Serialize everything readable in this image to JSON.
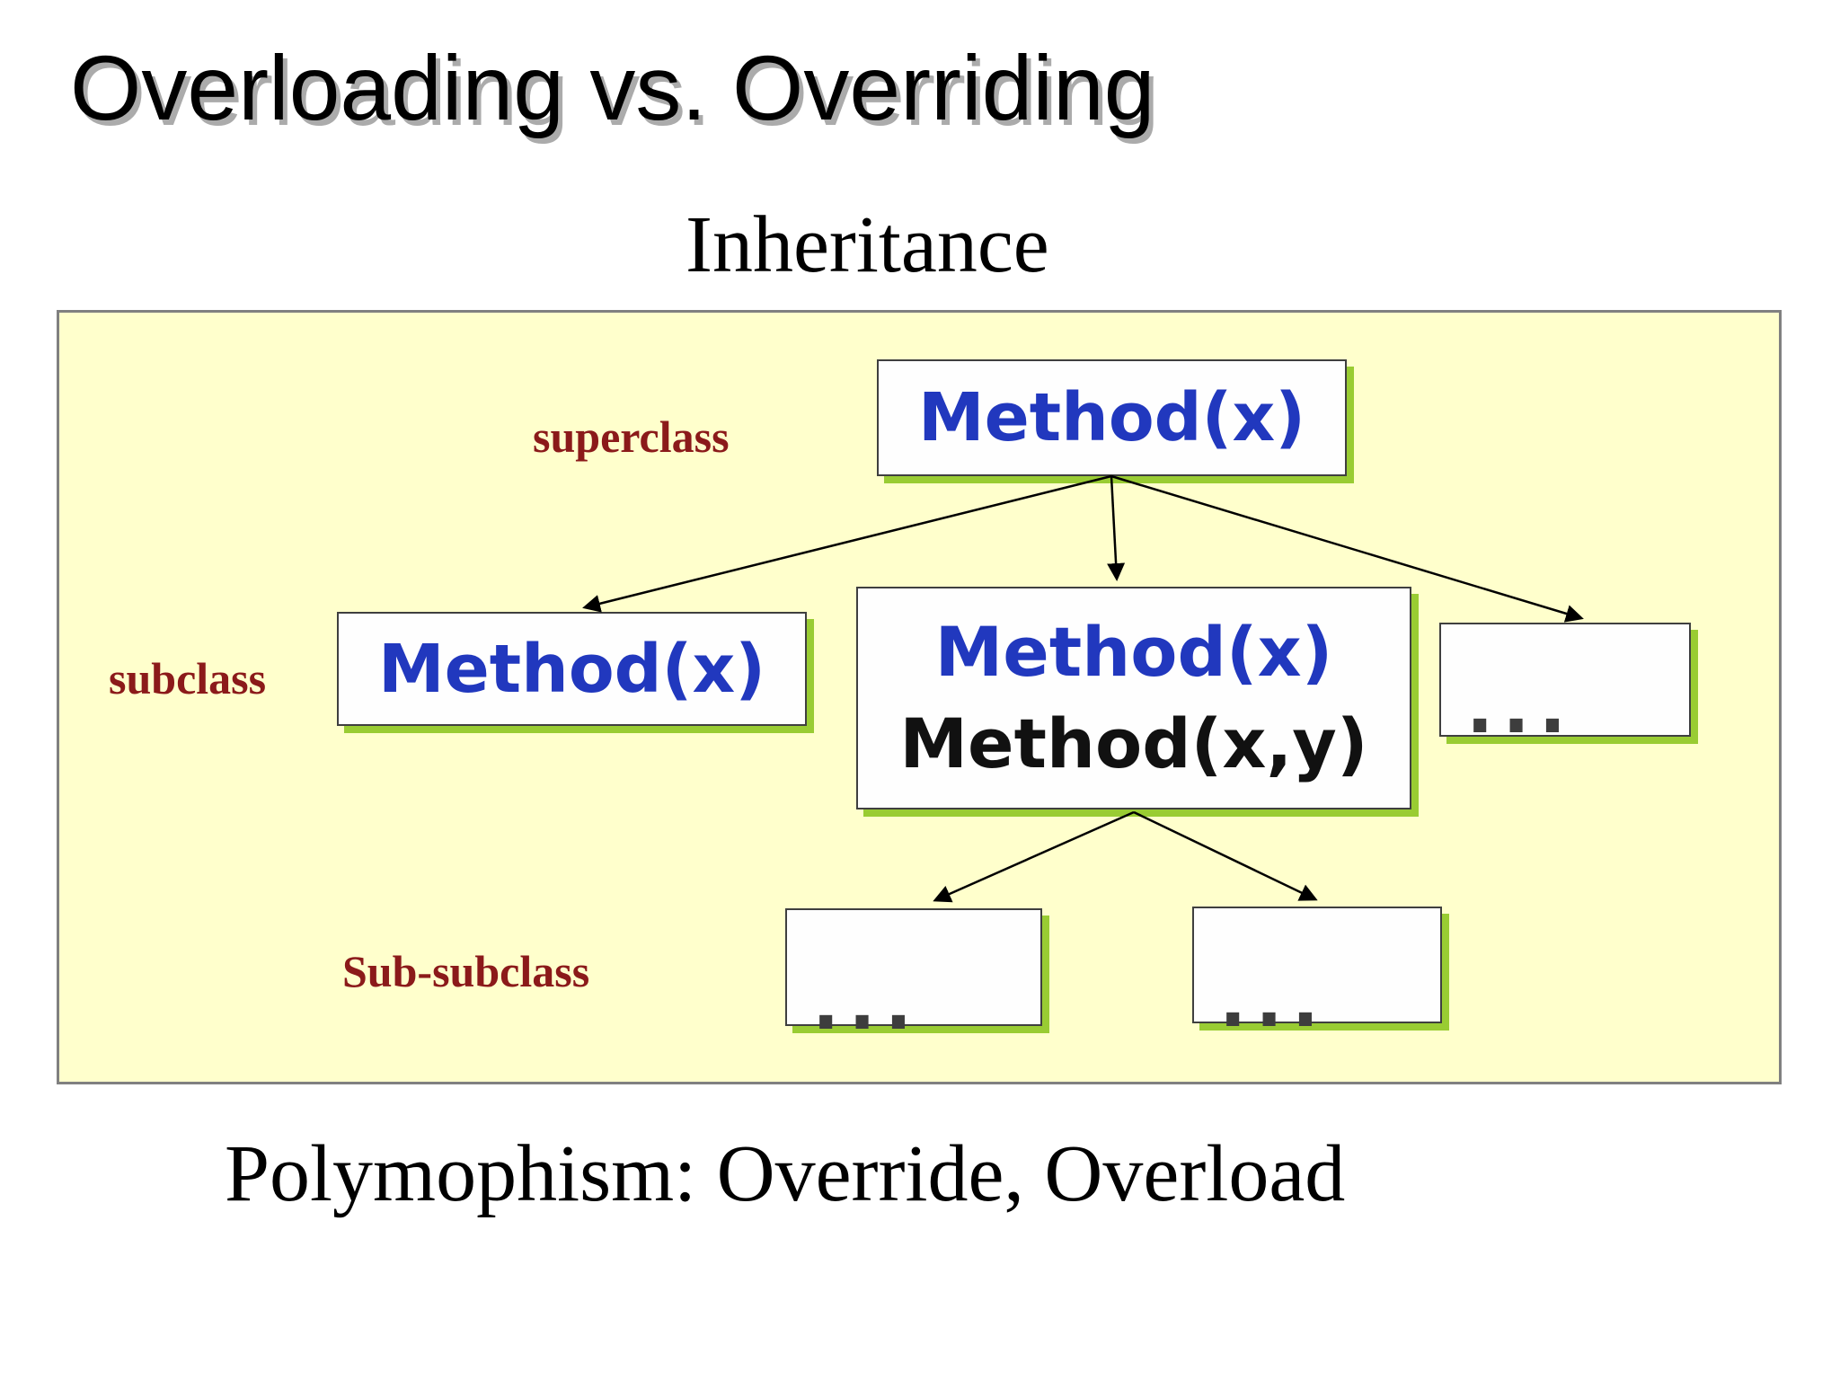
{
  "slide": {
    "title": "Overloading vs. Overriding",
    "heading": "Inheritance",
    "footer": "Polymophism: Override, Overload"
  },
  "diagram": {
    "row_labels": {
      "superclass": "superclass",
      "subclass": "subclass",
      "sub_subclass": "Sub-subclass"
    },
    "superclass_box": {
      "method": "Method(x)"
    },
    "subclass_left_box": {
      "method": "Method(x)"
    },
    "subclass_middle_box": {
      "method_override": "Method(x)",
      "method_overload": "Method(x,y)"
    },
    "subclass_right_box": {
      "ellipsis": "..."
    },
    "subsubclass_left_box": {
      "ellipsis": "..."
    },
    "subsubclass_right_box": {
      "ellipsis": "..."
    },
    "colors": {
      "background": "#FFFFFF",
      "panel_bg": "#FFFFCC",
      "panel_border": "#808080",
      "node_bg": "#FEFEFE",
      "node_border": "#3F3F3F",
      "node_shadow": "#99CC33",
      "method_blue": "#2138BE",
      "method_black": "#111111",
      "label_color": "#8B1A1A",
      "arrow_color": "#000000",
      "title_color": "#000000",
      "title_shadow": "#ABABAB",
      "dot_color": "#3D3D3D"
    }
  }
}
